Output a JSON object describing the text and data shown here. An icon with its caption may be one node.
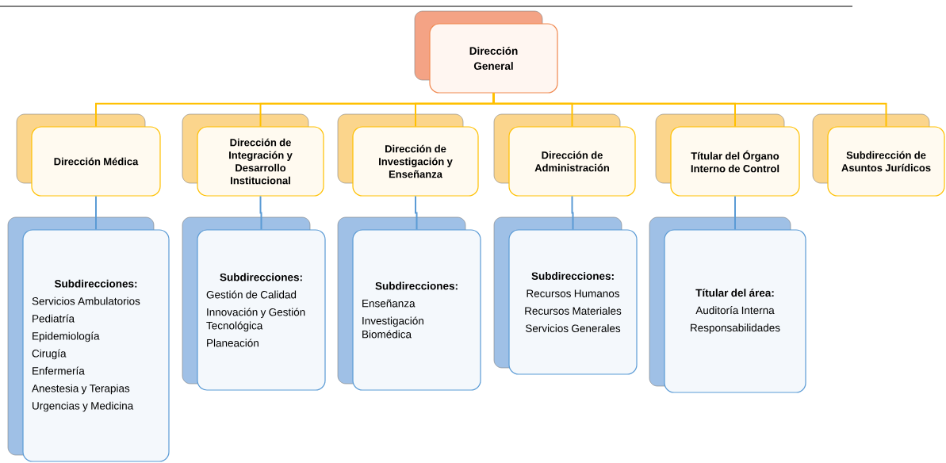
{
  "diagram": {
    "nodes": [
      {
        "text": [
          "Dirección General"
        ]
      },
      {
        "text": [
          "Dirección Médica"
        ]
      },
      {
        "text": [
          "Dirección de Integración y Desarrollo Institucional"
        ]
      },
      {
        "text": [
          "Dirección de Investigación y Enseñanza"
        ]
      },
      {
        "text": [
          "Dirección de Administración"
        ]
      },
      {
        "text": [
          "Títular del Órgano Interno de Control"
        ]
      },
      {
        "text": [
          "Subdirección de Asuntos Jurídicos"
        ]
      },
      {
        "text": [
          "Subdirecciones:",
          "Servicios Ambulatorios",
          "Pediatría",
          "Epidemiología",
          "Cirugía",
          "Enfermería",
          "Anestesia y Terapias",
          "Urgencias y Medicina"
        ]
      },
      {
        "text": [
          "Subdirecciones:",
          "Gestión de Calidad",
          "Innovación y Gestión Tecnológica",
          "Planeación"
        ]
      },
      {
        "text": [
          "Subdirecciones:",
          "Enseñanza",
          "Investigación Biomédica"
        ]
      },
      {
        "text": [
          "Subdirecciones:",
          "Recursos Humanos",
          "Recursos Materiales",
          "Servicios Generales"
        ]
      },
      {
        "text": [
          "Títular del área:",
          "Auditoría Interna",
          "Responsabilidades"
        ]
      }
    ],
    "edges": [
      {
        "from": 0,
        "to": 1,
        "arrow": "none"
      },
      {
        "from": 0,
        "to": 2,
        "arrow": "none"
      },
      {
        "from": 0,
        "to": 3,
        "arrow": "none"
      },
      {
        "from": 0,
        "to": 4,
        "arrow": "none"
      },
      {
        "from": 0,
        "to": 5,
        "arrow": "none"
      },
      {
        "from": 0,
        "to": 6,
        "arrow": "none"
      },
      {
        "from": 1,
        "to": 7,
        "arrow": "none",
        "color": "#5b9bd5"
      },
      {
        "from": 2,
        "to": 8,
        "arrow": "none",
        "color": "#5b9bd5"
      },
      {
        "from": 3,
        "to": 9,
        "arrow": "none",
        "color": "#5b9bd5"
      },
      {
        "from": 4,
        "to": 10,
        "arrow": "none",
        "color": "#5b9bd5"
      },
      {
        "from": 5,
        "to": 11,
        "arrow": "none",
        "color": "#5b9bd5"
      }
    ]
  }
}
